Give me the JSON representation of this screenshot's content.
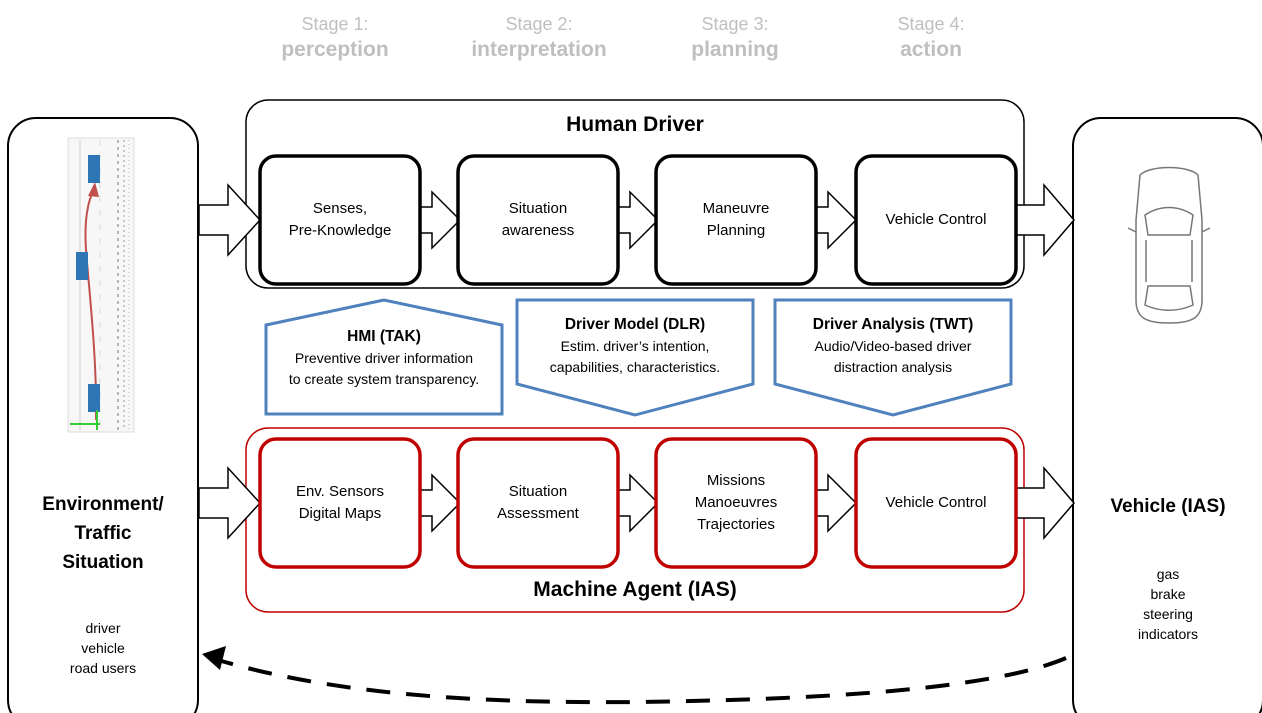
{
  "stages": [
    {
      "label": "Stage 1:",
      "name": "perception"
    },
    {
      "label": "Stage 2:",
      "name": "interpretation"
    },
    {
      "label": "Stage 3:",
      "name": "planning"
    },
    {
      "label": "Stage 4:",
      "name": "action"
    }
  ],
  "human_driver": {
    "title": "Human Driver",
    "blocks": [
      "Senses,\nPre-Knowledge",
      "Situation\nawareness",
      "Maneuvre\nPlanning",
      "Vehicle Control"
    ]
  },
  "machine_agent": {
    "title": "Machine Agent (IAS)",
    "blocks": [
      "Env. Sensors\nDigital Maps",
      "Situation\nAssessment",
      "Missions\nManoeuvres\nTrajectories",
      "Vehicle Control"
    ]
  },
  "middle": [
    {
      "title": "HMI (TAK)",
      "text": "Preventive driver information\nto create system transparency."
    },
    {
      "title": "Driver Model (DLR)",
      "text": "Estim. driver’s intention,\ncapabilities, characteristics."
    },
    {
      "title": "Driver Analysis (TWT)",
      "text": "Audio/Video-based driver\ndistraction analysis"
    }
  ],
  "environment": {
    "title": "Environment/\nTraffic\nSituation",
    "items": [
      "driver",
      "vehicle",
      "road users"
    ]
  },
  "vehicle": {
    "title": "Vehicle (IAS)",
    "items": [
      "gas",
      "brake",
      "steering",
      "indicators"
    ]
  },
  "colors": {
    "stage_text": "#bfbfbf",
    "human_border": "#000000",
    "machine_border": "#c00000",
    "middle_border": "#4f81bd",
    "trajectory_line": "#c0504d",
    "marker_blue": "#2e75b6"
  }
}
